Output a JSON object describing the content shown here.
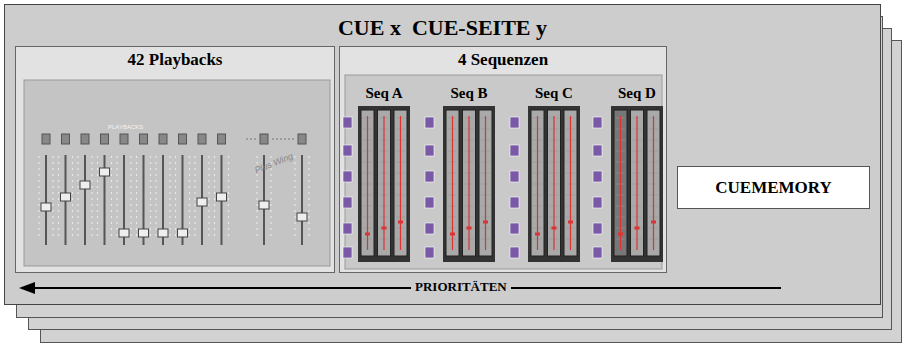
{
  "diagram": {
    "nodes": [
      {
        "text": [
          "CUE x  CUE-SEITE y"
        ]
      },
      {
        "text": [
          "42 Playbacks"
        ],
        "in": 0
      },
      {
        "text": [
          "4 Sequenzen"
        ],
        "in": 0
      },
      {
        "text": [
          "Seq A"
        ],
        "in": 2
      },
      {
        "text": [
          "Seq B"
        ],
        "in": 2
      },
      {
        "text": [
          "Seq C"
        ],
        "in": 2
      },
      {
        "text": [
          "Seq D"
        ],
        "in": 2
      },
      {
        "text": [
          "CUEMEMORY"
        ],
        "in": 0
      }
    ],
    "labels": [
      "PRIORITÄTEN",
      "PLAYBACKS",
      "Plus Wing"
    ]
  }
}
